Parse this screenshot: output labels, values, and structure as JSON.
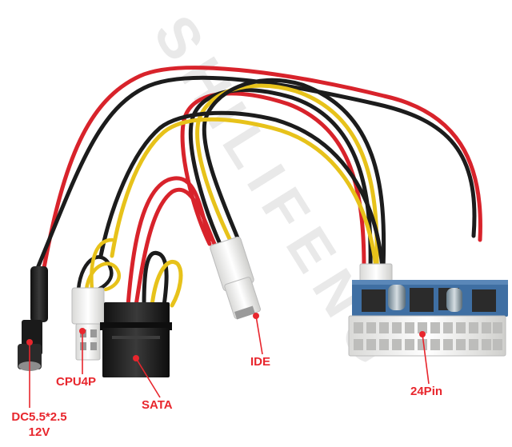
{
  "watermark": "SHILIFENG",
  "colors": {
    "annotation": "#e8262d",
    "wire_red": "#d8232b",
    "wire_black": "#1c1c1c",
    "wire_yellow": "#e7c21a",
    "connector_white": "#f3f3f1",
    "connector_black": "#1f1f1f",
    "pcb_blue": "#3f6fa3"
  },
  "labels": {
    "dc_line1": "DC5.5*2.5",
    "dc_line2": "12V",
    "cpu": "CPU4P",
    "sata": "SATA",
    "ide": "IDE",
    "atx": "24Pin"
  },
  "icons": {
    "dc_jack": "dc-barrel-jack",
    "cpu_connector": "cpu-4pin-connector",
    "sata_connector": "sata-power-connector",
    "ide_connector": "molex-ide-connector",
    "atx_connector": "atx-24pin-connector-with-pcb"
  }
}
